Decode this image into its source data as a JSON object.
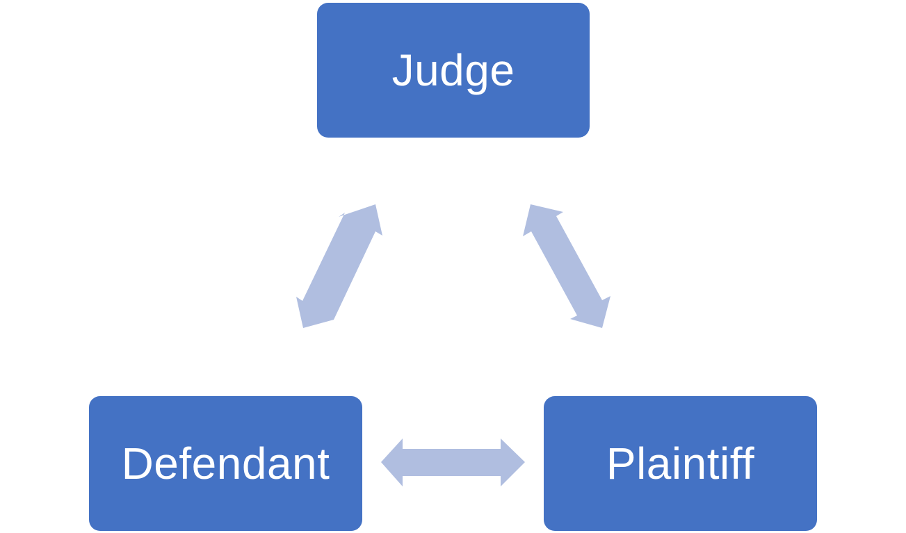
{
  "colors": {
    "node_fill": "#4472C4",
    "arrow_fill": "#B0BEE0",
    "text": "#FFFFFF"
  },
  "nodes": {
    "judge": {
      "label": "Judge"
    },
    "defendant": {
      "label": "Defendant"
    },
    "plaintiff": {
      "label": "Plaintiff"
    }
  },
  "connections": [
    {
      "from": "judge",
      "to": "defendant",
      "type": "bidirectional"
    },
    {
      "from": "judge",
      "to": "plaintiff",
      "type": "bidirectional"
    },
    {
      "from": "defendant",
      "to": "plaintiff",
      "type": "bidirectional"
    }
  ]
}
